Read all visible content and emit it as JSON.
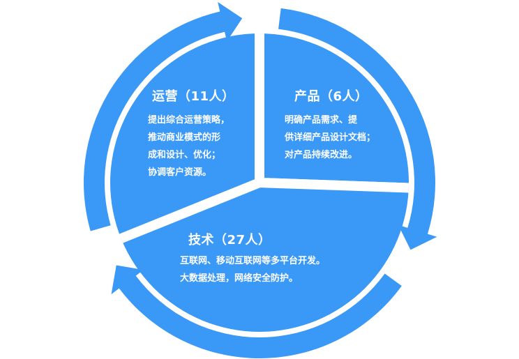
{
  "colors": {
    "fill": "#3A98F7",
    "background": "#FFFFFF",
    "text": "#FFFFFF"
  },
  "segments": [
    {
      "id": "operations",
      "title": "运营（11人）",
      "desc": [
        "提出综合运营策略，",
        "推动商业模式的形",
        "成和设计、优化；",
        "协调客户资源。"
      ],
      "headcount": 11
    },
    {
      "id": "product",
      "title": "产品（6人）",
      "desc": [
        "明确产品需求、提",
        "供详细产品设计文档；",
        "对产品持续改进。"
      ],
      "headcount": 6
    },
    {
      "id": "tech",
      "title": "技术（27人）",
      "desc": [
        "互联网、移动互联网等多平台开发。",
        "大数据处理，网络安全防护。"
      ],
      "headcount": 27
    }
  ],
  "cycle_arrows": [
    {
      "icon": "clockwise-arc-arrow-icon",
      "from": "operations",
      "to": "product"
    },
    {
      "icon": "clockwise-arc-arrow-icon",
      "from": "product",
      "to": "tech"
    },
    {
      "icon": "clockwise-arc-arrow-icon",
      "from": "tech",
      "to": "operations"
    }
  ]
}
